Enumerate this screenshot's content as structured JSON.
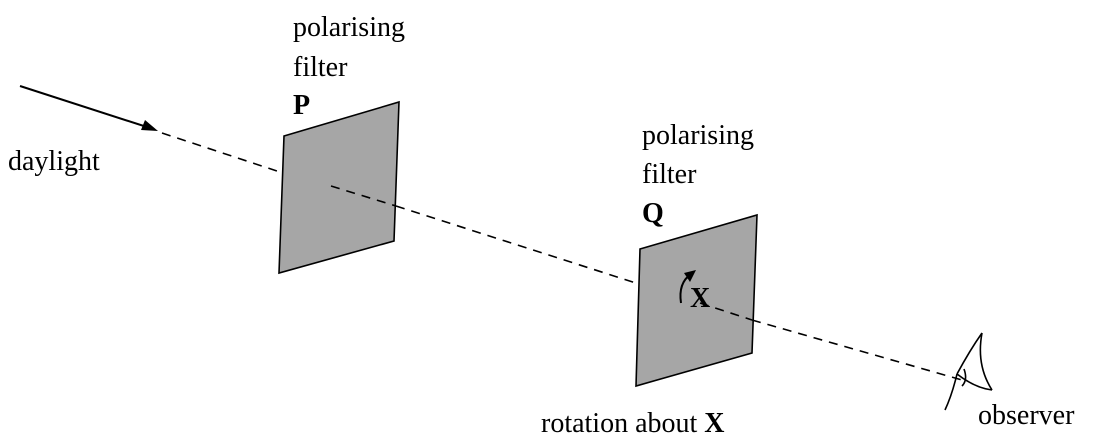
{
  "labels": {
    "daylight": "daylight",
    "filter_p": {
      "line1": "polarising",
      "line2": "filter",
      "letter": "P"
    },
    "filter_q": {
      "line1": "polarising",
      "line2": "filter",
      "letter": "Q"
    },
    "axis_x": "X",
    "rotation": {
      "prefix": "rotation about ",
      "letter": "X"
    },
    "observer": "observer"
  },
  "colors": {
    "filter_fill": "#a6a6a6",
    "line": "#000000",
    "background": "#ffffff"
  },
  "icons": [
    "arrow-head-icon",
    "rotation-arrow-icon",
    "eye-icon"
  ]
}
